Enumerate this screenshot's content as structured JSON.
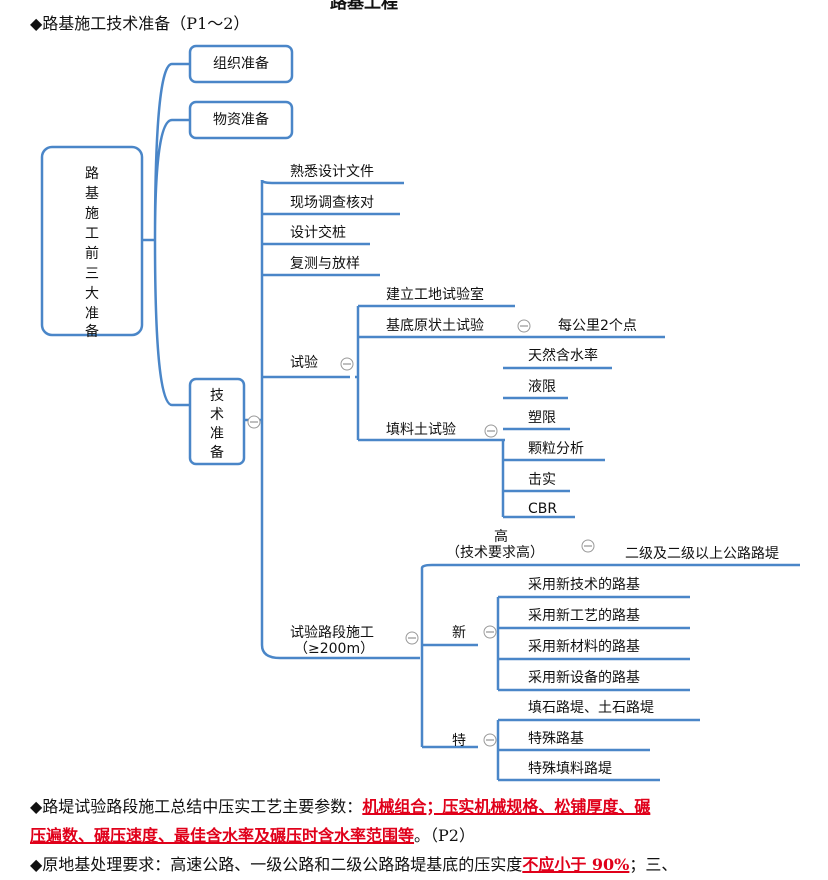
{
  "doc_title_fragment": "路基工程",
  "section_heading": "◆路基施工技术准备（P1～2）",
  "mindmap": {
    "root": "路基施工前三大准备",
    "org_prep": "组织准备",
    "material_prep": "物资准备",
    "tech_prep": "技术准备",
    "tech_items": [
      "熟悉设计文件",
      "现场调查核对",
      "设计交桩",
      "复测与放样"
    ],
    "test": "试验",
    "lab": "建立工地试验室",
    "subgrade_test": "基底原状土试验",
    "per_km": "每公里2个点",
    "fill_test": "填料土试验",
    "fill_items": [
      "天然含水率",
      "液限",
      "塑限",
      "颗粒分析",
      "击实",
      "CBR"
    ],
    "trial_section": "试验路段施工",
    "trial_length": "（≥200m）",
    "high": "高",
    "high_note": "（技术要求高）",
    "high_detail": "二级及二级以上公路路堤",
    "new": "新",
    "new_items": [
      "采用新技术的路基",
      "采用新工艺的路基",
      "采用新材料的路基",
      "采用新设备的路基"
    ],
    "special": "特",
    "special_items": [
      "填石路堤、土石路堤",
      "特殊路基",
      "特殊填料路堤"
    ]
  },
  "para1": {
    "prefix": "◆路堤试验路段施工总结中压实工艺主要参数：",
    "highlight_a": "机械组合；压实机械规格、松铺厚度、碾",
    "highlight_b": "压遍数、碾压速度、最佳含水率及碾压时含水率范围等",
    "suffix": "。（P2）"
  },
  "para2": {
    "prefix": "◆原地基处理要求：高速公路、一级公路和二级公路路堤基底的压实度",
    "highlight": "不应小于 90%",
    "suffix": "；三、"
  },
  "colors": {
    "line": "#4a86c8",
    "highlight": "#e0001a"
  }
}
